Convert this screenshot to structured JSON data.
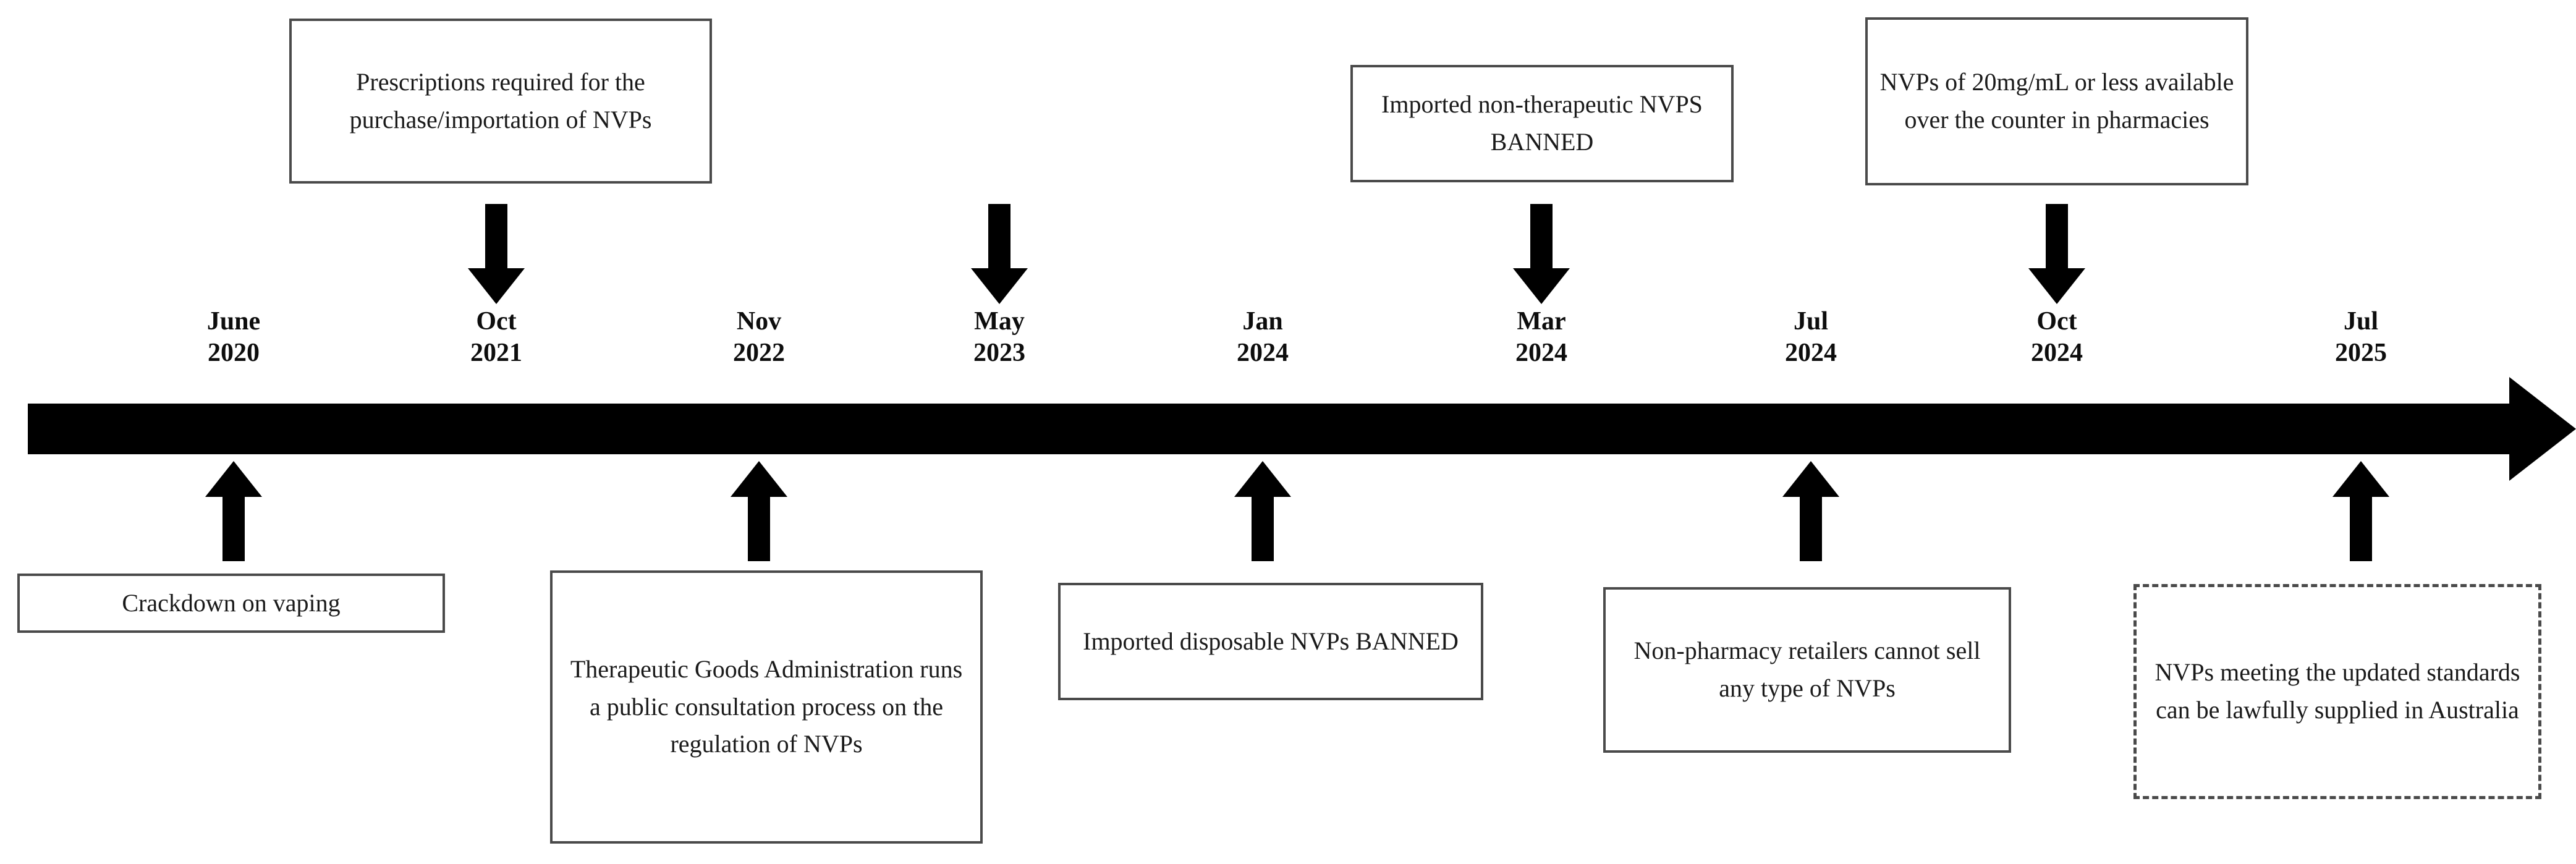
{
  "diagram": {
    "type": "timeline",
    "orientation": "horizontal",
    "colors": {
      "spine": "#000000",
      "box_border": "#4a4a4a",
      "text": "#1a1a1a",
      "background": "#ffffff"
    },
    "axis": {
      "start_label": "June 2020",
      "end_label": "Jul 2025"
    }
  },
  "milestones": [
    {
      "id": "june-2020",
      "month": "June",
      "year": "2020",
      "side": "below",
      "box_text": "Crackdown on vaping",
      "box_style": "solid"
    },
    {
      "id": "oct-2021",
      "month": "Oct",
      "year": "2021",
      "side": "above",
      "box_text": "Prescriptions required for the purchase/importation of NVPs",
      "box_style": "solid"
    },
    {
      "id": "nov-2022",
      "month": "Nov",
      "year": "2022",
      "side": "below",
      "box_text": "Therapeutic Goods Administration runs a public consultation process on the regulation of NVPs",
      "box_style": "solid"
    },
    {
      "id": "may-2023",
      "month": "May",
      "year": "2023",
      "side": "above",
      "box_text": "",
      "box_style": "none"
    },
    {
      "id": "jan-2024",
      "month": "Jan",
      "year": "2024",
      "side": "below",
      "box_text": "Imported disposable NVPs BANNED",
      "box_style": "solid"
    },
    {
      "id": "mar-2024",
      "month": "Mar",
      "year": "2024",
      "side": "above",
      "box_text": "Imported non-therapeutic NVPS BANNED",
      "box_style": "solid"
    },
    {
      "id": "jul-2024",
      "month": "Jul",
      "year": "2024",
      "side": "below",
      "box_text": "Non-pharmacy retailers cannot sell any type of NVPs",
      "box_style": "solid"
    },
    {
      "id": "oct-2024",
      "month": "Oct",
      "year": "2024",
      "side": "above",
      "box_text": "NVPs of 20mg/mL or less available over the counter in pharmacies",
      "box_style": "solid"
    },
    {
      "id": "jul-2025",
      "month": "Jul",
      "year": "2025",
      "side": "below",
      "box_text": "NVPs meeting the updated standards can be lawfully supplied in Australia",
      "box_style": "dashed"
    }
  ]
}
